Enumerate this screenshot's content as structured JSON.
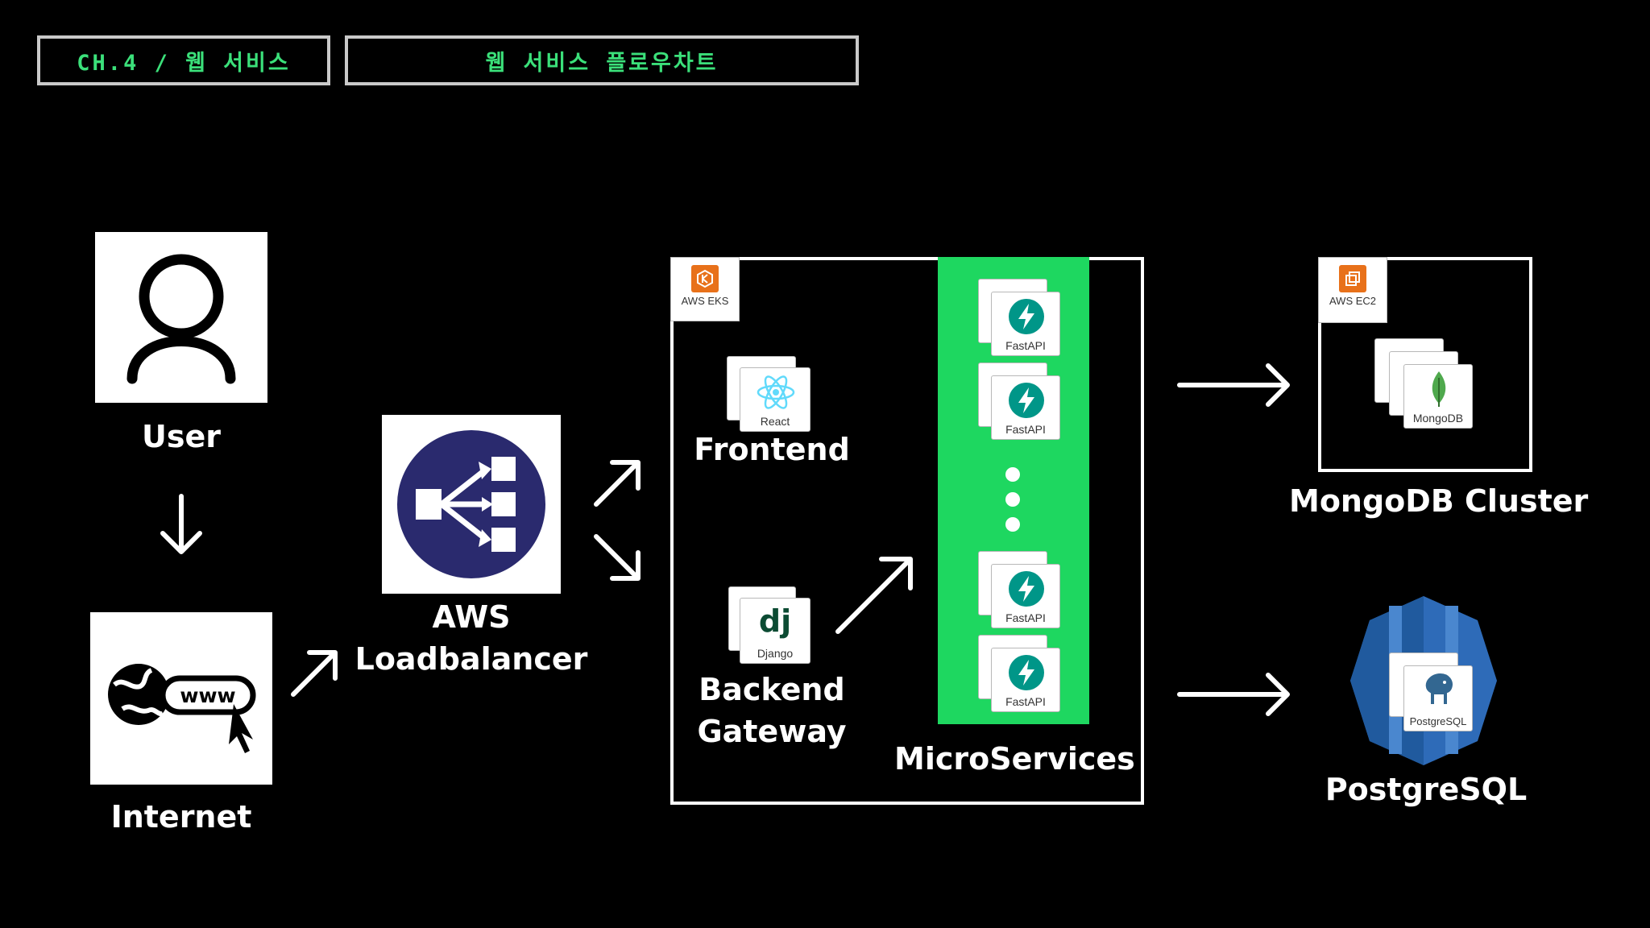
{
  "header": {
    "chapter_tag": "CH.4 / 웹 서비스",
    "title_tag": "웹 서비스 플로우차트"
  },
  "nodes": {
    "user": "User",
    "internet": "Internet",
    "loadbalancer_line1": "AWS",
    "loadbalancer_line2": "Loadbalancer",
    "frontend": "Frontend",
    "backend_line1": "Backend",
    "backend_line2": "Gateway",
    "microservices": "MicroServices",
    "mongodb_cluster": "MongoDB Cluster",
    "postgresql": "PostgreSQL"
  },
  "badges": {
    "eks": "AWS EKS",
    "ec2": "AWS EC2"
  },
  "cards": {
    "react": "React",
    "django": "Django",
    "django_glyph": "dj",
    "fastapi": "FastAPI",
    "mongodb": "MongoDB",
    "postgresql": "PostgreSQL",
    "www": "www"
  },
  "colors": {
    "background": "#000000",
    "accent_green": "#3be07a",
    "microservices_green": "#1ed760",
    "aws_orange": "#e8711a",
    "lb_navy": "#2a2a6e",
    "fastapi_teal": "#009688",
    "react_blue": "#61dafb",
    "django_green": "#0c4b33",
    "mongo_green": "#4fa94d",
    "rds_blue": "#2e6bb8"
  }
}
